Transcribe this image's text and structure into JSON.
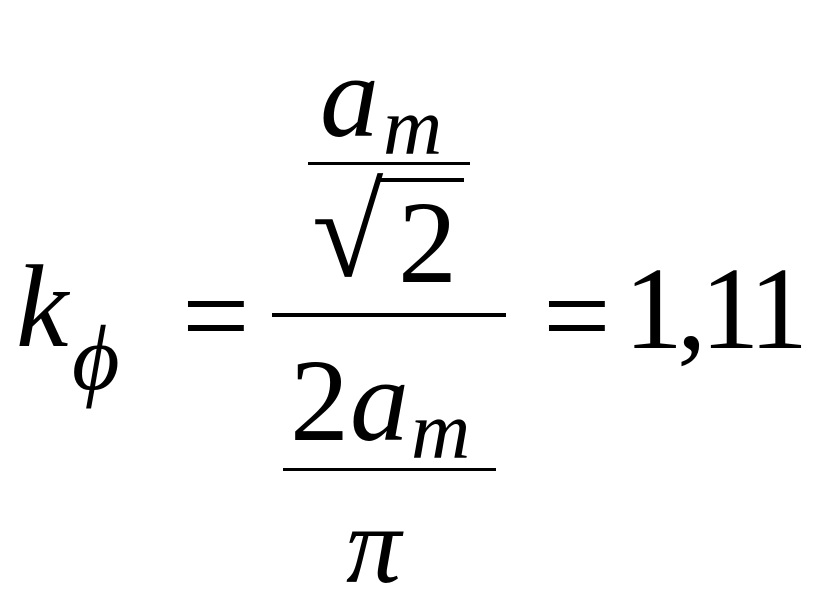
{
  "formula": {
    "lhs": {
      "symbol": "k",
      "subscript": "ϕ"
    },
    "equals_sign": "=",
    "numerator": {
      "variable": "a",
      "subscript": "m",
      "radical_sign": "√",
      "radicand": "2"
    },
    "denominator": {
      "coefficient": "2",
      "variable": "a",
      "subscript": "m",
      "divisor": "π"
    },
    "result": "1,11"
  }
}
